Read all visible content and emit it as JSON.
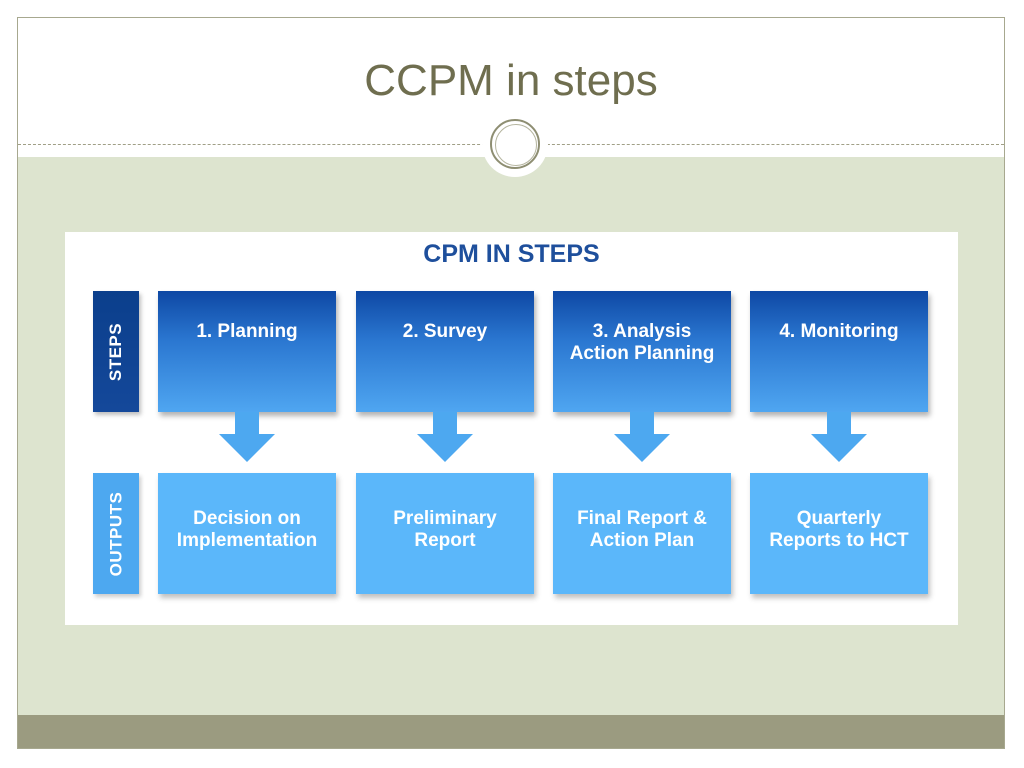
{
  "slide": {
    "title": "CCPM in steps"
  },
  "diagram": {
    "title": "CPM IN STEPS",
    "row_labels": {
      "steps": "STEPS",
      "outputs": "OUTPUTS"
    },
    "steps": [
      {
        "lines": [
          "1. Planning"
        ]
      },
      {
        "lines": [
          "2. Survey"
        ]
      },
      {
        "lines": [
          "3. Analysis",
          "Action Planning"
        ]
      },
      {
        "lines": [
          "4. Monitoring"
        ]
      }
    ],
    "outputs": [
      {
        "lines": [
          "Decision on",
          "Implementation"
        ]
      },
      {
        "lines": [
          "Preliminary",
          "Report"
        ]
      },
      {
        "lines": [
          "Final Report &",
          "Action Plan"
        ]
      },
      {
        "lines": [
          "Quarterly",
          "Reports to HCT"
        ]
      }
    ]
  },
  "colors": {
    "title_text": "#6f6e4f",
    "content_background": "#dde4cf",
    "footer_bar": "#9b9b80",
    "diagram_title": "#1e4f9c",
    "step_dark": "#0e48a4",
    "step_light": "#4fa6f1",
    "output_fill": "#5bb7fa",
    "arrow_fill": "#4da8f0"
  }
}
